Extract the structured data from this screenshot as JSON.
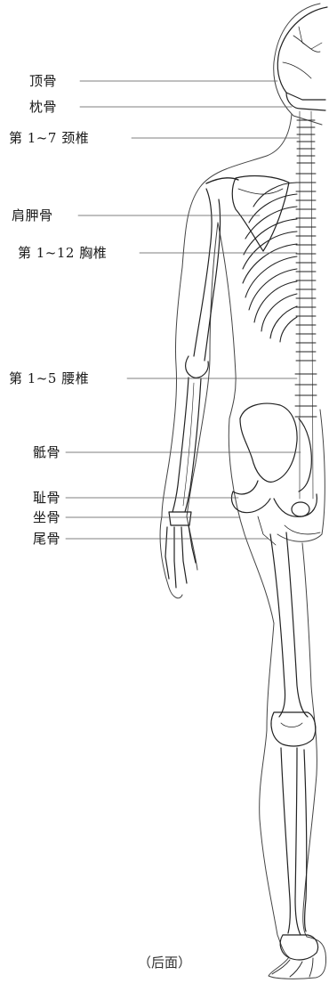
{
  "figure": {
    "caption": "（后面）",
    "labels": [
      {
        "id": "parietal",
        "text": "顶骨"
      },
      {
        "id": "occipital",
        "text": "枕骨"
      },
      {
        "id": "cervical",
        "text": "第 1~7 颈椎"
      },
      {
        "id": "scapula",
        "text": "肩胛骨"
      },
      {
        "id": "thoracic",
        "text": "第 1~12 胸椎"
      },
      {
        "id": "lumbar",
        "text": "第 1~5 腰椎"
      },
      {
        "id": "sacrum",
        "text": "骶骨"
      },
      {
        "id": "pubis",
        "text": "耻骨"
      },
      {
        "id": "ischium",
        "text": "坐骨"
      },
      {
        "id": "coccyx",
        "text": "尾骨"
      }
    ]
  }
}
